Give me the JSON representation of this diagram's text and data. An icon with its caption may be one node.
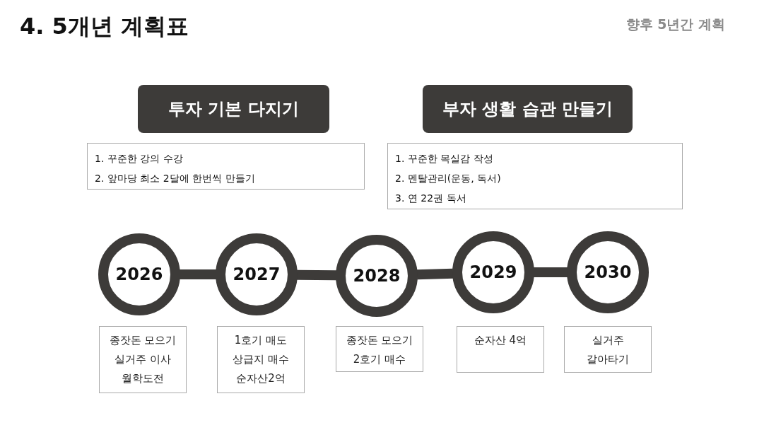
{
  "diagram": {
    "title": "4. 5개년 계획표",
    "nodes": [
      {
        "text": [
          "투자 기본 다지기"
        ]
      },
      {
        "text": [
          "1. 꾸준한 강의 수강",
          "2. 앞마당 최소 2달에 한번씩 만들기"
        ]
      },
      {
        "text": [
          "부자 생활 습관 만들기"
        ]
      },
      {
        "text": [
          "1. 꾸준한 목실감 작성",
          "2. 멘탈관리(운동, 독서)",
          "3. 연 22권 독서"
        ]
      },
      {
        "text": [
          "2026"
        ]
      },
      {
        "text": [
          "2027"
        ]
      },
      {
        "text": [
          "2028"
        ]
      },
      {
        "text": [
          "2029"
        ]
      },
      {
        "text": [
          "2030"
        ]
      },
      {
        "text": [
          "종잣돈 모으기",
          "실거주 이사",
          "월학도전"
        ]
      },
      {
        "text": [
          "1호기 매도",
          "상급지 매수",
          "순자산2억"
        ]
      },
      {
        "text": [
          "종잣돈 모으기",
          "2호기 매수"
        ]
      },
      {
        "text": [
          "순자산 4억"
        ]
      },
      {
        "text": [
          "실거주",
          "갈아타기"
        ]
      }
    ],
    "edges": [
      {
        "from": 4,
        "to": 5,
        "arrow": "none"
      },
      {
        "from": 5,
        "to": 6,
        "arrow": "none"
      },
      {
        "from": 6,
        "to": 7,
        "arrow": "none"
      },
      {
        "from": 7,
        "to": 8,
        "arrow": "none"
      }
    ],
    "labels": [
      "향후 5년간 계획"
    ]
  }
}
